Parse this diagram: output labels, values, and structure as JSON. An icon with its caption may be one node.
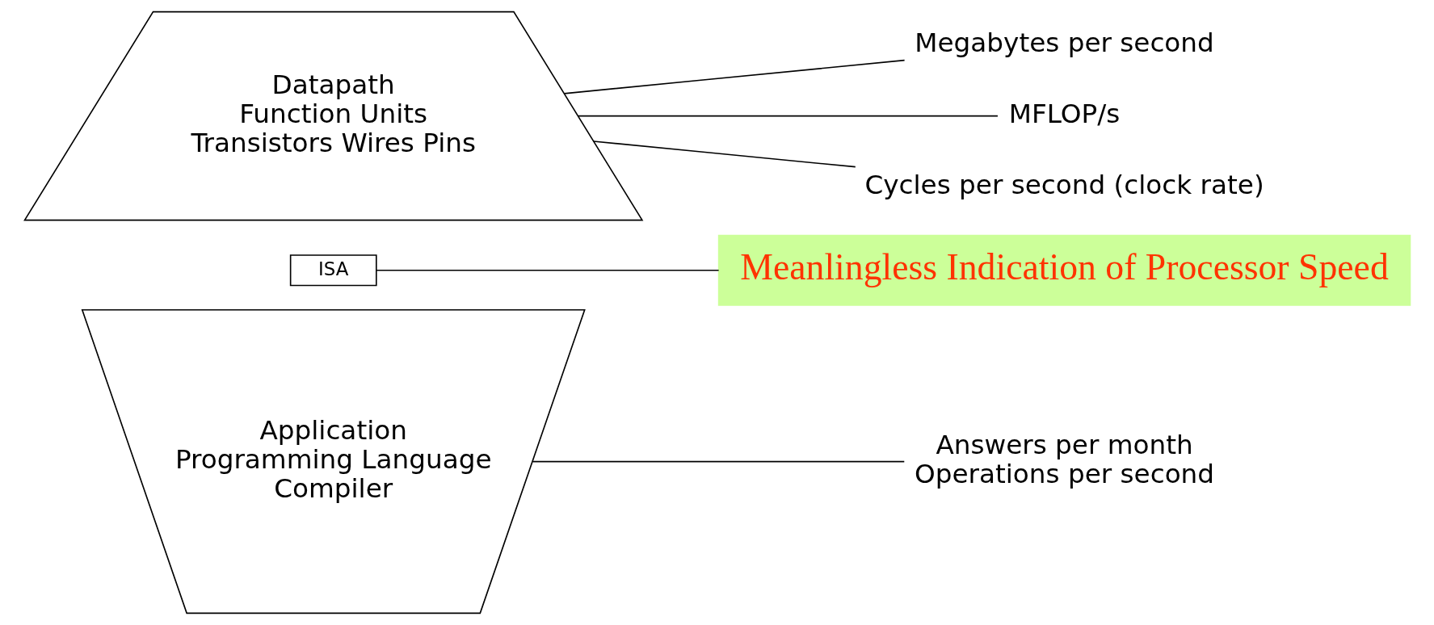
{
  "diagram": {
    "nodes": [
      {
        "text": [
          "Application",
          "Programming Language",
          "Compiler"
        ]
      },
      {
        "text": [
          "ISA"
        ]
      },
      {
        "text": [
          "Datapath",
          "Function Units",
          "Transistors Wires Pins"
        ]
      },
      {
        "text": [
          "Answers per month",
          "Operations per second"
        ]
      },
      {
        "text": [
          "Meanlingless Indication of Processor Speed"
        ]
      },
      {
        "text": [
          "Megabytes per second"
        ]
      },
      {
        "text": [
          "MFLOP/s"
        ]
      },
      {
        "text": [
          "Cycles per second (clock rate)"
        ]
      }
    ],
    "edges": [
      {
        "from": 0,
        "to": 3,
        "arrow": "none"
      },
      {
        "from": 1,
        "to": 4,
        "arrow": "none"
      },
      {
        "from": 2,
        "to": 5,
        "arrow": "none"
      },
      {
        "from": 2,
        "to": 6,
        "arrow": "none"
      },
      {
        "from": 2,
        "to": 7,
        "arrow": "none"
      }
    ]
  }
}
